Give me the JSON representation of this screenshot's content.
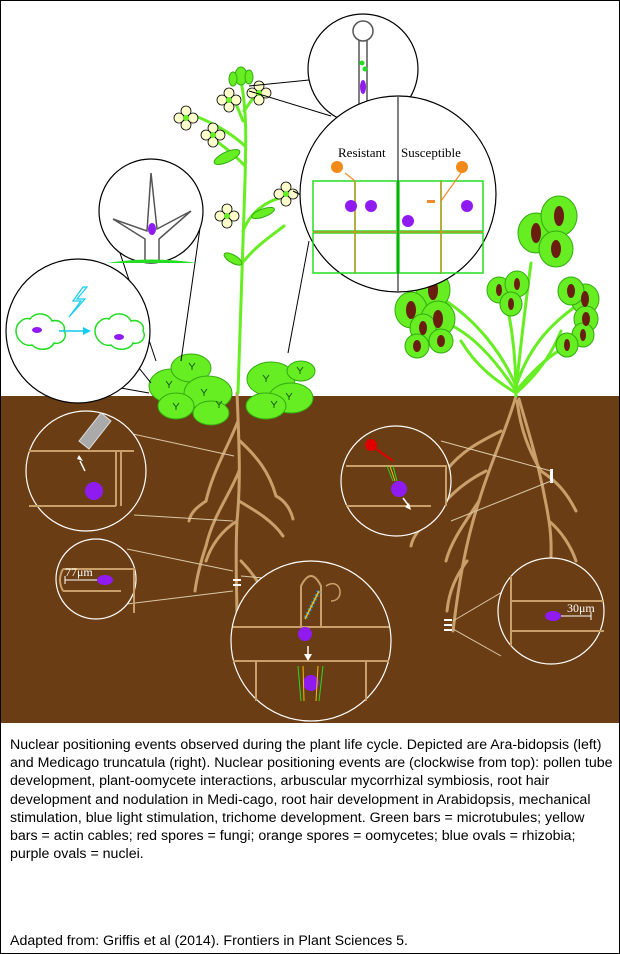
{
  "figure": {
    "labels": {
      "resistant": "Resistant",
      "susceptible": "Susceptible",
      "distance_left": "77μm",
      "distance_right": "30μm"
    },
    "colors": {
      "sky": "#ffffff",
      "soil": "#6b3d14",
      "root": "#c9a06a",
      "leaf": "#66ee22",
      "leaf_dark": "#33aa11",
      "nucleus": "#8f1bf0",
      "microtubule": "#22dd22",
      "actin": "#f0c000",
      "fungal_spore": "#e00000",
      "oomycete_spore": "#f28a1a",
      "rhizobia": "#1e88e5",
      "cell_wall_orange": "#f08a30",
      "blue_light": "#11ccee",
      "clover_spot": "#6a1e10"
    }
  },
  "caption": {
    "text": "Nuclear positioning events observed during the plant life cycle. Depicted are Ara-bidopsis (left) and Medicago truncatula (right). Nuclear positioning events are (clockwise from top): pollen tube development, plant-oomycete interactions, arbuscular mycorrhizal symbiosis, root hair development and nodulation in Medi-cago, root hair development in Arabidopsis, mechanical stimulation, blue light stimulation, trichome development. Green bars = microtubules; yellow bars = actin cables; red spores = fungi; orange spores = oomycetes; blue ovals = rhizobia; purple ovals = nuclei.",
    "credit": "Adapted from: Griffis et al (2014). Frontiers in Plant Sciences 5."
  }
}
